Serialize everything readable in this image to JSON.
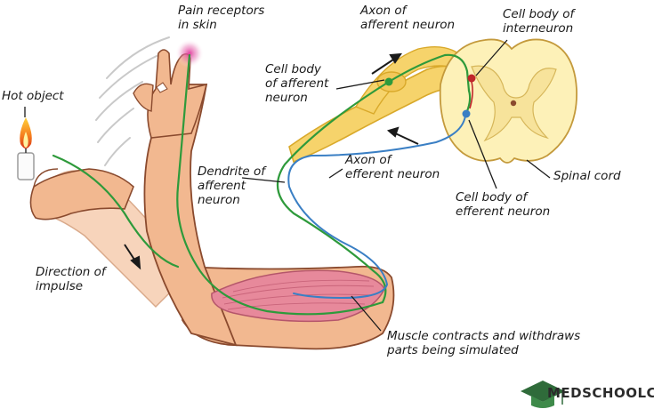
{
  "labels": {
    "pain_receptors": [
      "Pain receptors",
      "in skin"
    ],
    "axon_afferent": [
      "Axon of",
      "afferent neuron"
    ],
    "cell_body_interneuron": [
      "Cell body of",
      "interneuron"
    ],
    "hot_object": "Hot object",
    "cell_body_afferent": [
      "Cell body",
      "of afferent",
      "neuron"
    ],
    "dendrite_afferent": [
      "Dendrite of",
      "afferent",
      "neuron"
    ],
    "axon_efferent": [
      "Axon of",
      "efferent neuron"
    ],
    "spinal_cord": "Spinal cord",
    "cell_body_efferent": [
      "Cell body of",
      "efferent neuron"
    ],
    "direction_impulse": [
      "Direction of",
      "impulse"
    ],
    "muscle": [
      "Muscle contracts and withdraws",
      "parts being simulated"
    ]
  },
  "logo": {
    "text": "MEDSCHOOLCOACH"
  },
  "colors": {
    "skin": "#f2b890",
    "skin_shade": "#e59f75",
    "skin_line": "#8a4a2e",
    "nerve_fill": "#f6d36b",
    "nerve_line": "#d9a92a",
    "cord_fill": "#fdf1b8",
    "cord_line": "#c49a3c",
    "afferent_path": "#2e9a3b",
    "efferent_path": "#3a7fc4",
    "muscle": "#e7899b",
    "pain_glow": "#d83a86",
    "flame": "#f57c1f",
    "interneuron_dot": "#c0262b"
  }
}
